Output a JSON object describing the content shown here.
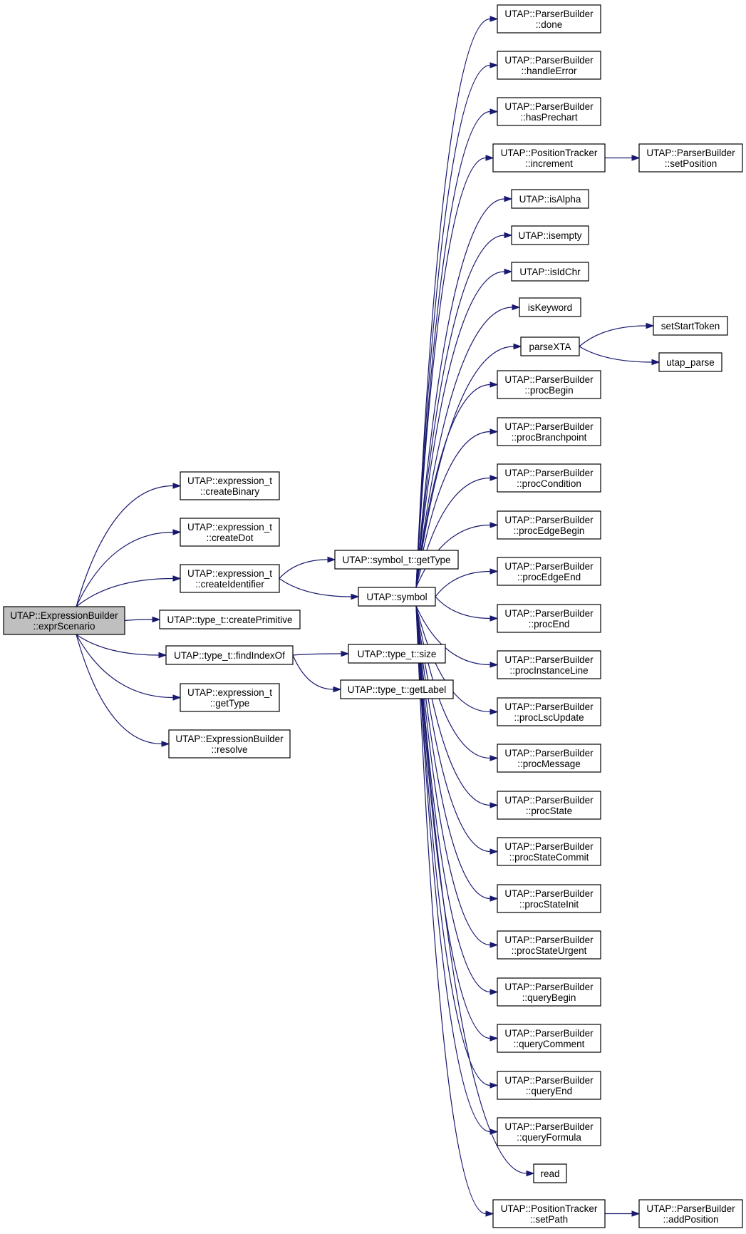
{
  "nodes": {
    "exprScenario": [
      "UTAP::ExpressionBuilder",
      "::exprScenario"
    ],
    "createBinary": [
      "UTAP::expression_t",
      "::createBinary"
    ],
    "createDot": [
      "UTAP::expression_t",
      "::createDot"
    ],
    "createIdentifier": [
      "UTAP::expression_t",
      "::createIdentifier"
    ],
    "createPrimitive": [
      "UTAP::type_t::createPrimitive"
    ],
    "findIndexOf": [
      "UTAP::type_t::findIndexOf"
    ],
    "exprGetType": [
      "UTAP::expression_t",
      "::getType"
    ],
    "resolve": [
      "UTAP::ExpressionBuilder",
      "::resolve"
    ],
    "symbolGetType": [
      "UTAP::symbol_t::getType"
    ],
    "symbol": [
      "UTAP::symbol"
    ],
    "size": [
      "UTAP::type_t::size"
    ],
    "getLabel": [
      "UTAP::type_t::getLabel"
    ],
    "done": [
      "UTAP::ParserBuilder",
      "::done"
    ],
    "handleError": [
      "UTAP::ParserBuilder",
      "::handleError"
    ],
    "hasPrechart": [
      "UTAP::ParserBuilder",
      "::hasPrechart"
    ],
    "increment": [
      "UTAP::PositionTracker",
      "::increment"
    ],
    "isAlpha": [
      "UTAP::isAlpha"
    ],
    "isempty": [
      "UTAP::isempty"
    ],
    "isIdChr": [
      "UTAP::isIdChr"
    ],
    "isKeyword": [
      "isKeyword"
    ],
    "parseXTA": [
      "parseXTA"
    ],
    "procBegin": [
      "UTAP::ParserBuilder",
      "::procBegin"
    ],
    "procBranchpoint": [
      "UTAP::ParserBuilder",
      "::procBranchpoint"
    ],
    "procCondition": [
      "UTAP::ParserBuilder",
      "::procCondition"
    ],
    "procEdgeBegin": [
      "UTAP::ParserBuilder",
      "::procEdgeBegin"
    ],
    "procEdgeEnd": [
      "UTAP::ParserBuilder",
      "::procEdgeEnd"
    ],
    "procEnd": [
      "UTAP::ParserBuilder",
      "::procEnd"
    ],
    "procInstanceLine": [
      "UTAP::ParserBuilder",
      "::procInstanceLine"
    ],
    "procLscUpdate": [
      "UTAP::ParserBuilder",
      "::procLscUpdate"
    ],
    "procMessage": [
      "UTAP::ParserBuilder",
      "::procMessage"
    ],
    "procState": [
      "UTAP::ParserBuilder",
      "::procState"
    ],
    "procStateCommit": [
      "UTAP::ParserBuilder",
      "::procStateCommit"
    ],
    "procStateInit": [
      "UTAP::ParserBuilder",
      "::procStateInit"
    ],
    "procStateUrgent": [
      "UTAP::ParserBuilder",
      "::procStateUrgent"
    ],
    "queryBegin": [
      "UTAP::ParserBuilder",
      "::queryBegin"
    ],
    "queryComment": [
      "UTAP::ParserBuilder",
      "::queryComment"
    ],
    "queryEnd": [
      "UTAP::ParserBuilder",
      "::queryEnd"
    ],
    "queryFormula": [
      "UTAP::ParserBuilder",
      "::queryFormula"
    ],
    "read": [
      "read"
    ],
    "setPath": [
      "UTAP::PositionTracker",
      "::setPath"
    ],
    "setPosition": [
      "UTAP::ParserBuilder",
      "::setPosition"
    ],
    "setStartToken": [
      "setStartToken"
    ],
    "utapParse": [
      "utap_parse"
    ],
    "addPosition": [
      "UTAP::ParserBuilder",
      "::addPosition"
    ]
  },
  "edges": [
    [
      "exprScenario",
      "createBinary"
    ],
    [
      "exprScenario",
      "createDot"
    ],
    [
      "exprScenario",
      "createIdentifier"
    ],
    [
      "exprScenario",
      "createPrimitive"
    ],
    [
      "exprScenario",
      "findIndexOf"
    ],
    [
      "exprScenario",
      "exprGetType"
    ],
    [
      "exprScenario",
      "resolve"
    ],
    [
      "createIdentifier",
      "symbolGetType"
    ],
    [
      "createIdentifier",
      "symbol"
    ],
    [
      "findIndexOf",
      "size"
    ],
    [
      "findIndexOf",
      "getLabel"
    ],
    [
      "symbol",
      "done"
    ],
    [
      "symbol",
      "handleError"
    ],
    [
      "symbol",
      "hasPrechart"
    ],
    [
      "symbol",
      "increment"
    ],
    [
      "symbol",
      "isAlpha"
    ],
    [
      "symbol",
      "isempty"
    ],
    [
      "symbol",
      "isIdChr"
    ],
    [
      "symbol",
      "isKeyword"
    ],
    [
      "symbol",
      "parseXTA"
    ],
    [
      "symbol",
      "procBegin"
    ],
    [
      "symbol",
      "procBranchpoint"
    ],
    [
      "symbol",
      "procCondition"
    ],
    [
      "symbol",
      "procEdgeBegin"
    ],
    [
      "symbol",
      "procEdgeEnd"
    ],
    [
      "symbol",
      "procEnd"
    ],
    [
      "symbol",
      "procInstanceLine"
    ],
    [
      "symbol",
      "procLscUpdate"
    ],
    [
      "symbol",
      "procMessage"
    ],
    [
      "symbol",
      "procState"
    ],
    [
      "symbol",
      "procStateCommit"
    ],
    [
      "symbol",
      "procStateInit"
    ],
    [
      "symbol",
      "procStateUrgent"
    ],
    [
      "symbol",
      "queryBegin"
    ],
    [
      "symbol",
      "queryComment"
    ],
    [
      "symbol",
      "queryEnd"
    ],
    [
      "symbol",
      "queryFormula"
    ],
    [
      "symbol",
      "read"
    ],
    [
      "symbol",
      "setPath"
    ],
    [
      "increment",
      "setPosition"
    ],
    [
      "parseXTA",
      "setStartToken"
    ],
    [
      "parseXTA",
      "utapParse"
    ],
    [
      "setPath",
      "addPosition"
    ]
  ],
  "colors": {
    "edge": "#191970",
    "root_fill": "#bfbfbf",
    "node_fill": "#ffffff",
    "node_stroke": "#000000"
  }
}
